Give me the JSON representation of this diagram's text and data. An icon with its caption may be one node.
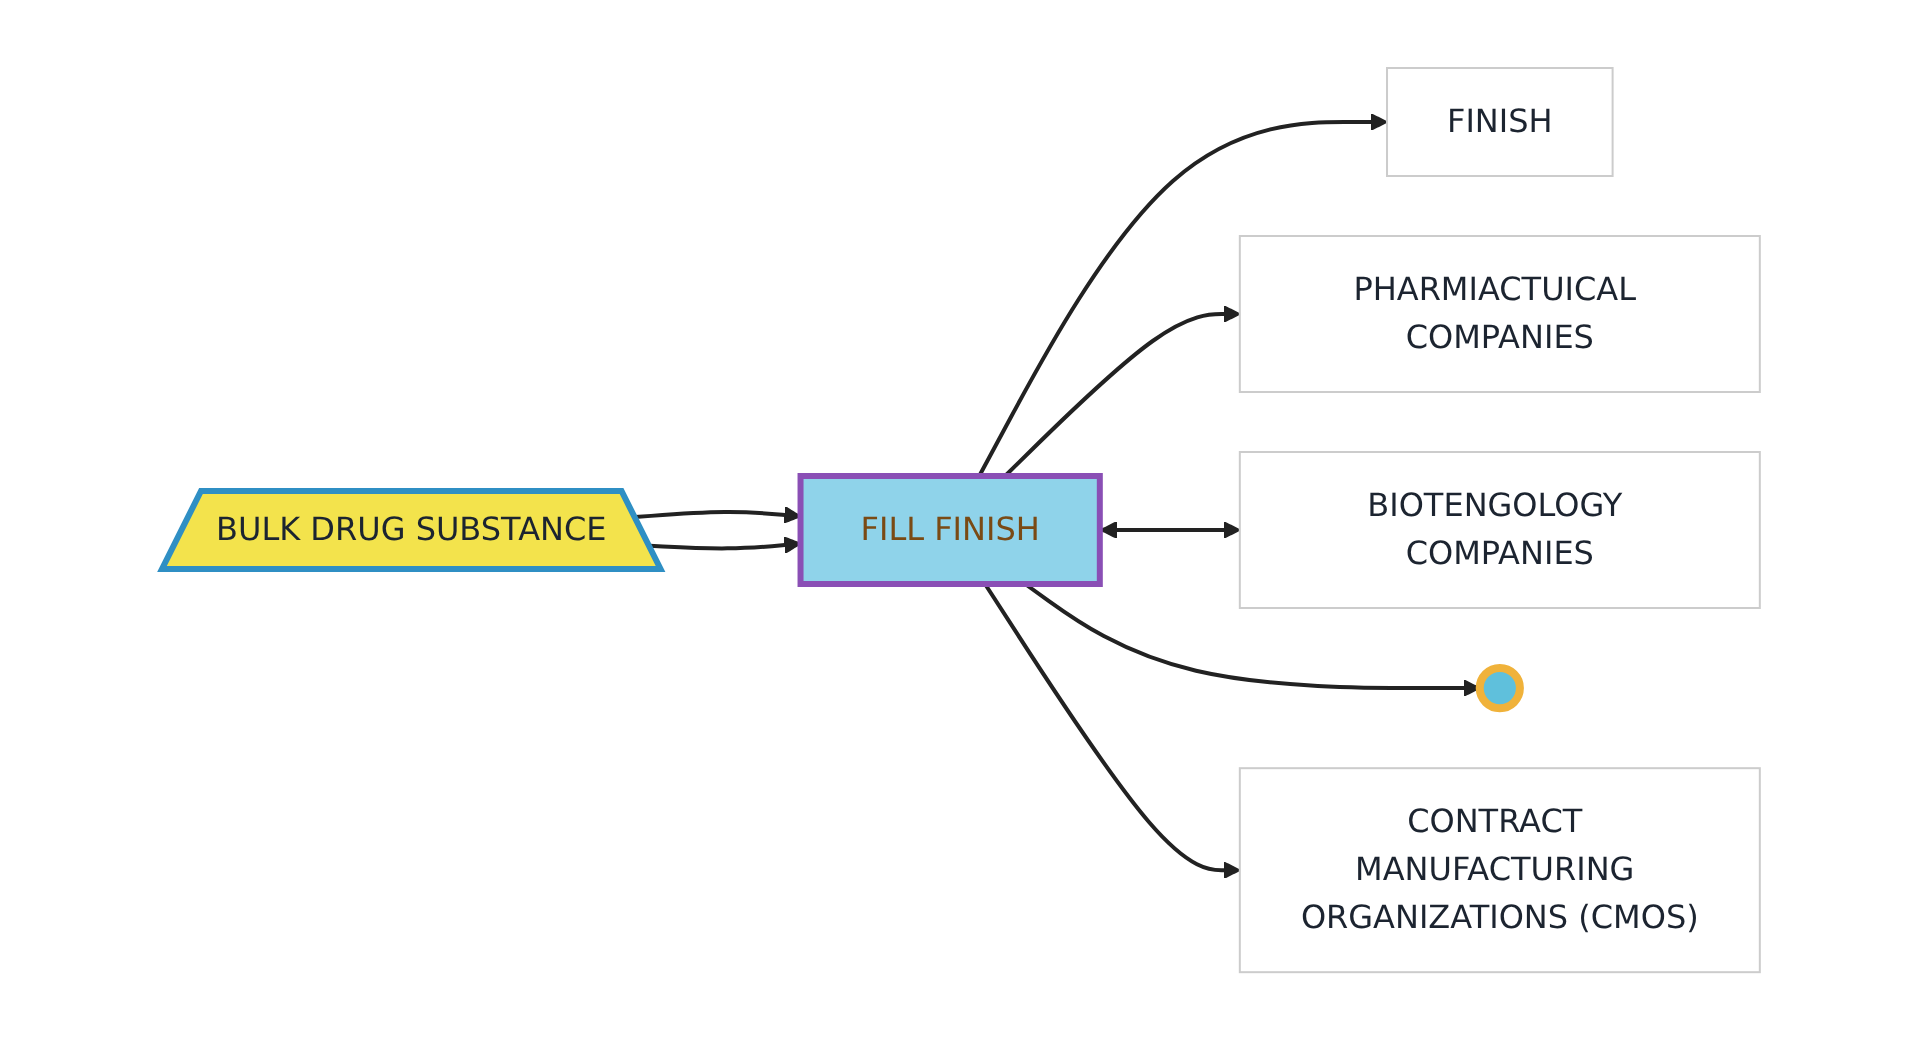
{
  "diagram": {
    "nodes": [
      {
        "text": [
          "BULK DRUG SUBSTANCE"
        ]
      },
      {
        "text": [
          "FILL FINISH"
        ]
      },
      {
        "text": [
          "FINISH"
        ]
      },
      {
        "text": [
          "PHARMIACTUICAL COMPANIES"
        ]
      },
      {
        "text": [
          "BIOTENGOLOGY COMPANIES"
        ]
      },
      {
        "text": [],
        "shape": "circle"
      },
      {
        "text": [
          "CONTRACT MANUFACTURING ORGANIZATIONS (CMOS)"
        ]
      }
    ],
    "edges": [
      {
        "from": 0,
        "to": 1,
        "arrow": "to"
      },
      {
        "from": 0,
        "to": 1,
        "arrow": "to"
      },
      {
        "from": 1,
        "to": 2,
        "arrow": "to"
      },
      {
        "from": 1,
        "to": 3,
        "arrow": "to"
      },
      {
        "from": 1,
        "to": 4,
        "arrow": "both"
      },
      {
        "from": 1,
        "to": 5,
        "arrow": "to"
      },
      {
        "from": 1,
        "to": 6,
        "arrow": "to"
      }
    ]
  }
}
